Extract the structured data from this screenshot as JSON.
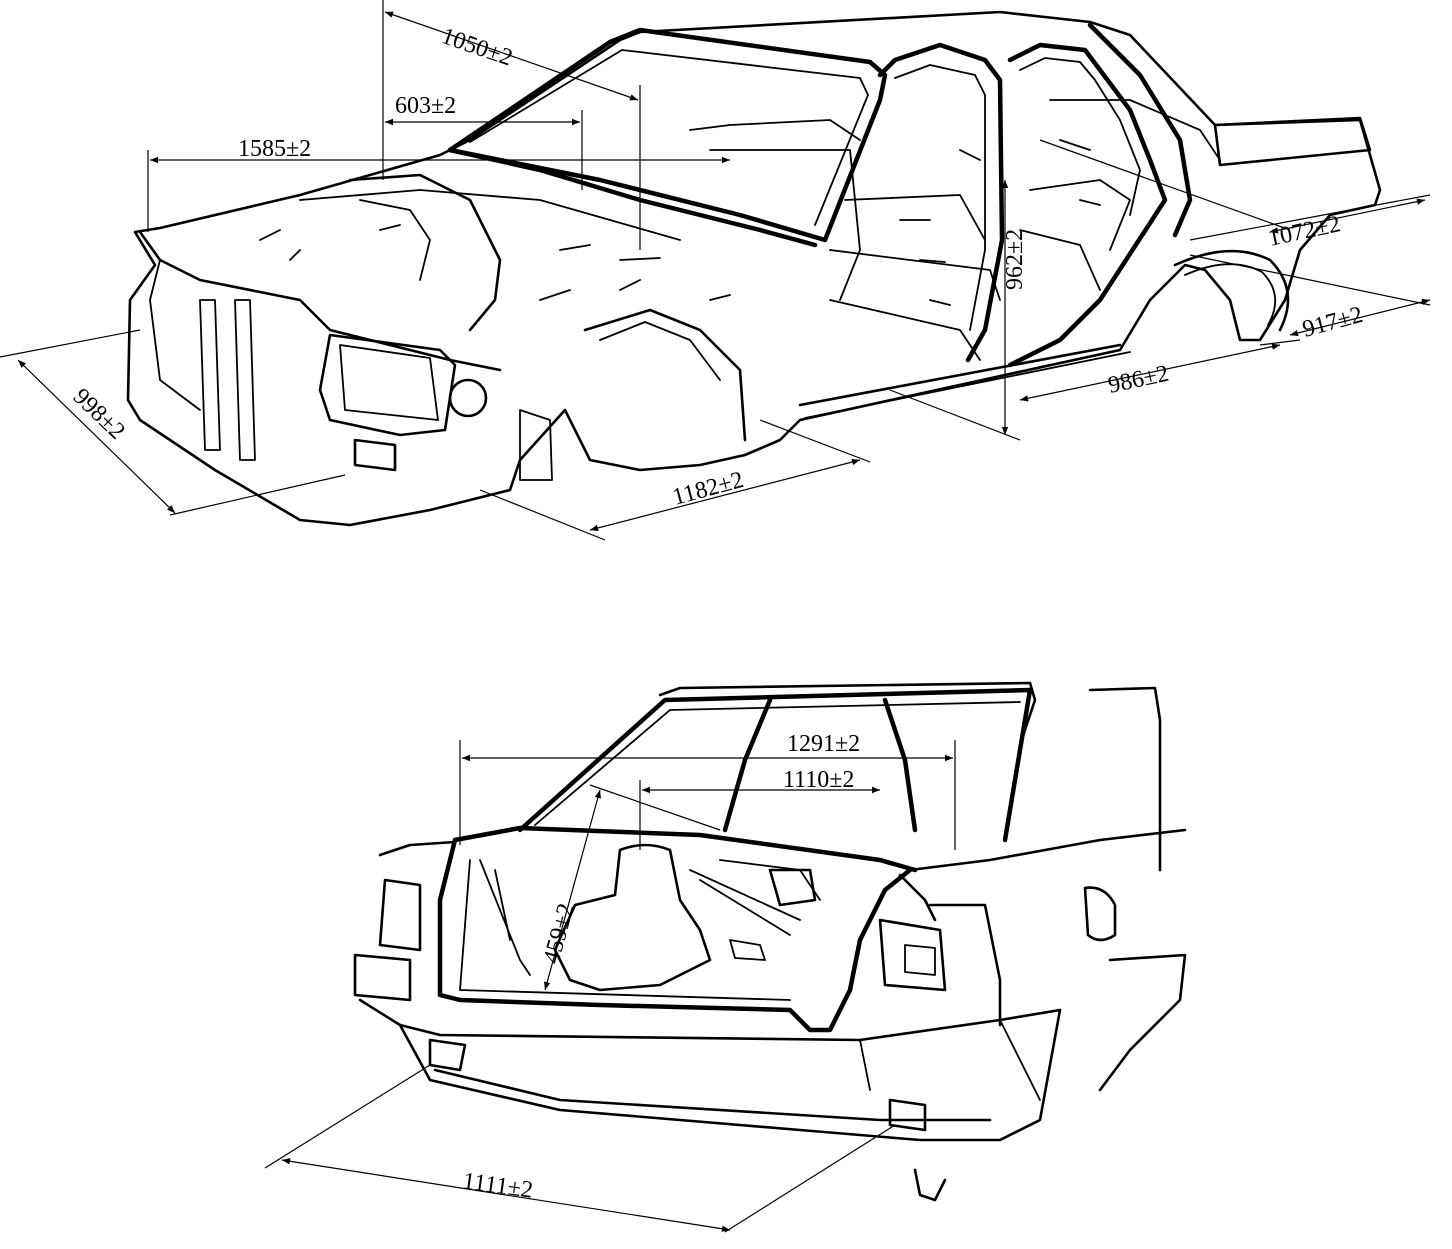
{
  "figure": {
    "front_view": {
      "dimensions": [
        {
          "id": "d1050",
          "label": "1050±2"
        },
        {
          "id": "d603",
          "label": "603±2"
        },
        {
          "id": "d1585",
          "label": "1585±2"
        },
        {
          "id": "d998",
          "label": "998±2"
        },
        {
          "id": "d1182",
          "label": "1182±2"
        },
        {
          "id": "d962",
          "label": "962±2"
        },
        {
          "id": "d986",
          "label": "986±2"
        },
        {
          "id": "d1072",
          "label": "1072±2"
        },
        {
          "id": "d917",
          "label": "917±2"
        }
      ]
    },
    "rear_view": {
      "dimensions": [
        {
          "id": "d1291",
          "label": "1291±2"
        },
        {
          "id": "d1110",
          "label": "1110±2"
        },
        {
          "id": "d459",
          "label": "459±2"
        },
        {
          "id": "d1111",
          "label": "1111±2"
        }
      ]
    }
  }
}
